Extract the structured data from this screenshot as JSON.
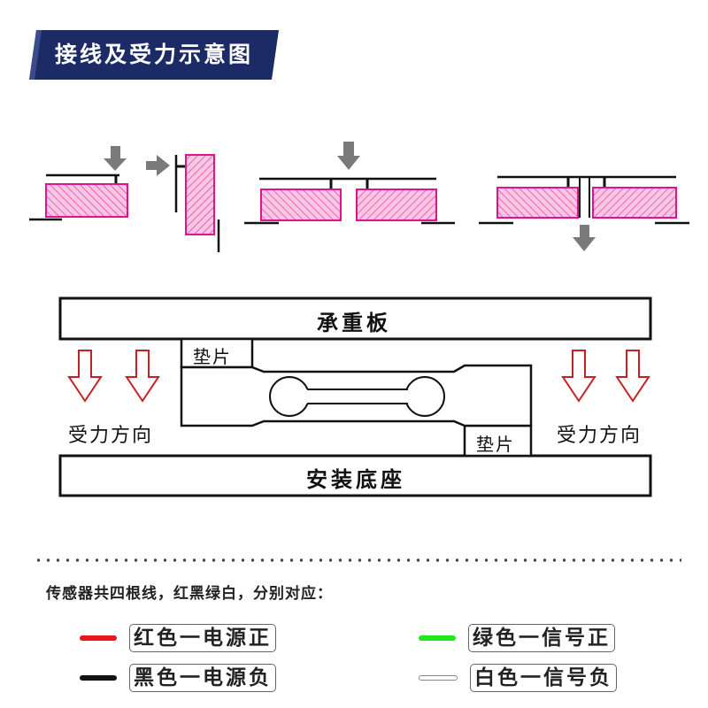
{
  "title": "接线及受力示意图",
  "labels": {
    "top_plate": "承重板",
    "bottom_base": "安装底座",
    "shim": "垫片",
    "force_direction": "受力方向"
  },
  "note": "传感器共四根线，红黑绿白，分别对应：",
  "wires": [
    {
      "label": "红色一电源正",
      "color": "#e8171b"
    },
    {
      "label": "黑色一电源负",
      "color": "#111111"
    },
    {
      "label": "绿色一信号正",
      "color": "#22e61e"
    },
    {
      "label": "白色一信号负",
      "color": "#ffffff"
    }
  ],
  "colors": {
    "title_bg": "#1c2a66",
    "sensor_fill": "#f7bfe0",
    "sensor_stroke": "#e0138f",
    "force_arrow": "#c62020",
    "gray_arrow": "#7a7a7a"
  }
}
